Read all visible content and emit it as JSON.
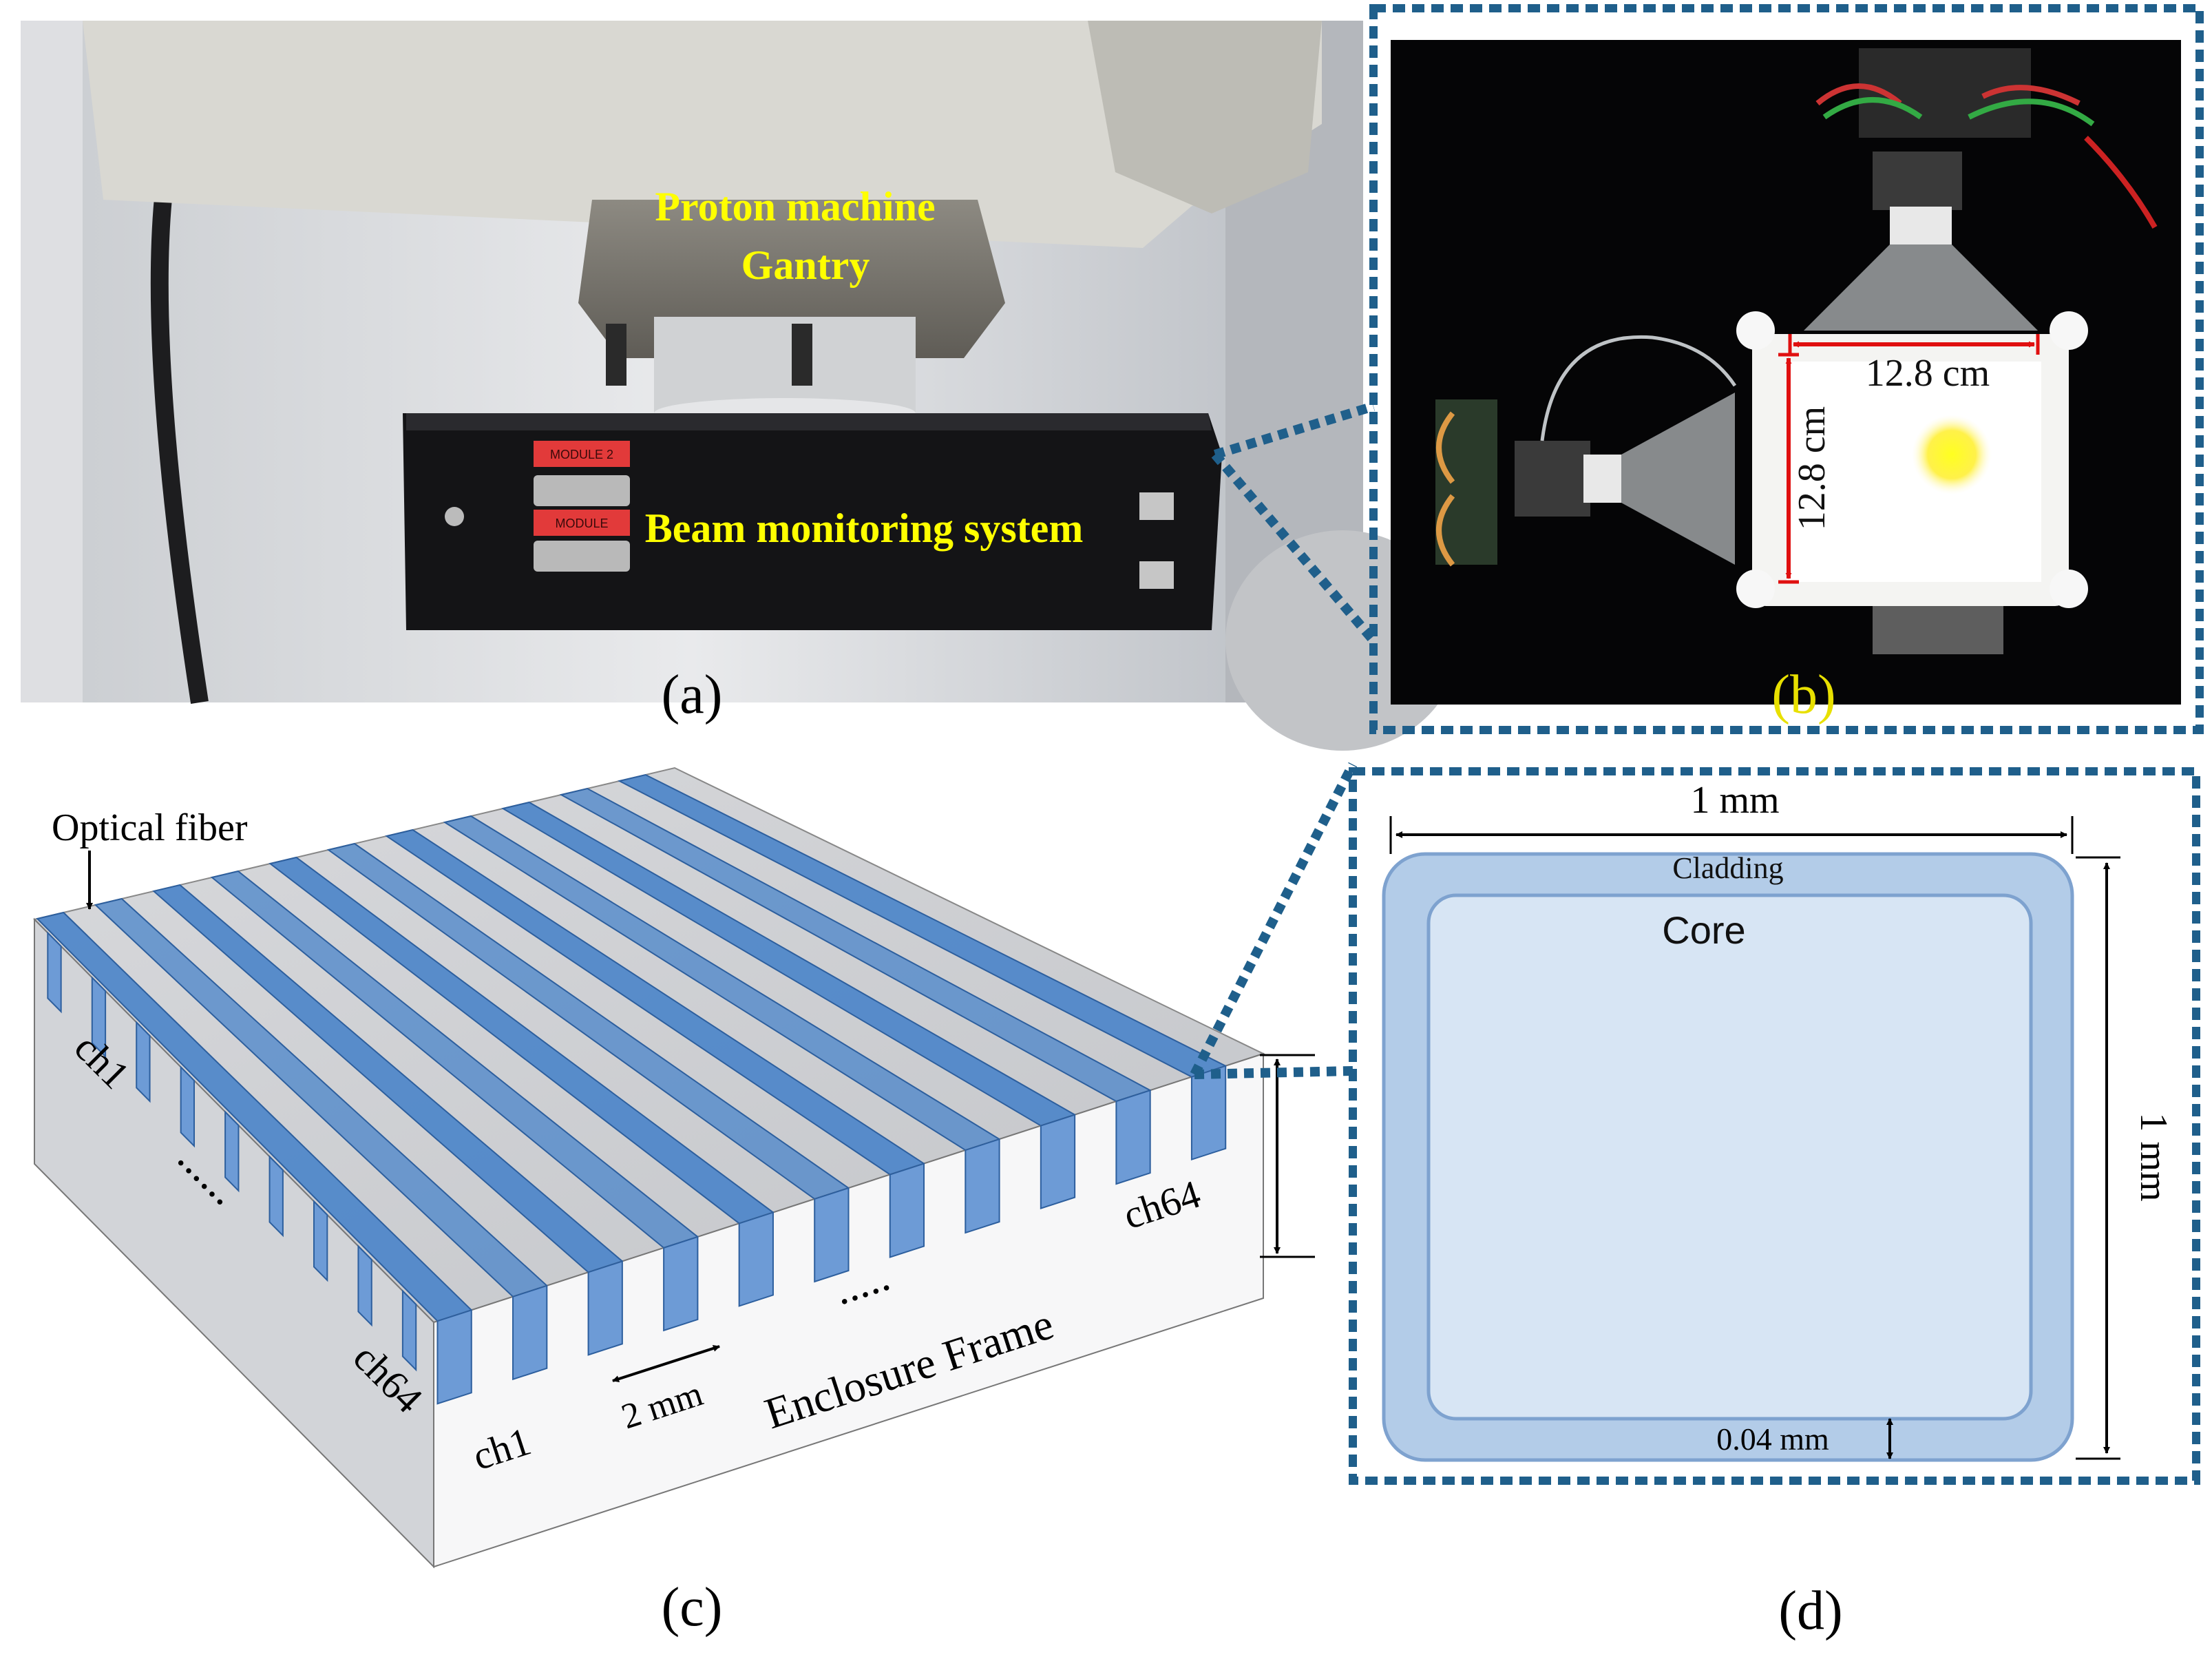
{
  "panel_a": {
    "caption": "(a)",
    "label_machine_line1": "Proton machine",
    "label_machine_line2": "Gantry",
    "label_system": "Beam monitoring system",
    "module_label_1": "MODULE 2",
    "module_label_2": "MODULE"
  },
  "panel_b": {
    "caption": "(b)",
    "dim_horizontal": "12.8 cm",
    "dim_vertical": "12.8 cm"
  },
  "panel_c": {
    "caption": "(c)",
    "optical_fiber": "Optical fiber",
    "ch1_side": "ch1",
    "ch64_side": "ch64",
    "ch1_front": "ch1",
    "ch64_front": "ch64",
    "ellipsis_side": "......",
    "ellipsis_front": ".....",
    "spacing": "2 mm",
    "enclosure": "Enclosure Frame"
  },
  "panel_d": {
    "caption": "(d)",
    "width": "1 mm",
    "height": "1 mm",
    "cladding": "Cladding",
    "core": "Core",
    "cladding_thickness": "0.04 mm"
  },
  "colors": {
    "accent_blue": "#1f5f8b",
    "fiber_blue": "#4a84c9",
    "label_yellow": "#ffff00",
    "dim_red": "#e01010",
    "cladding_fill": "#b3cce8",
    "core_fill": "#d7e5f4"
  }
}
